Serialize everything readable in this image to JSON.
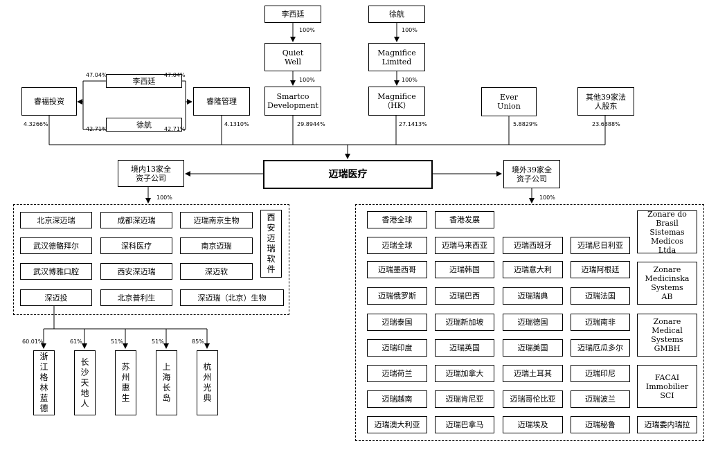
{
  "top_nodes": {
    "li_xiting_top": "李西廷",
    "xu_hang_top": "徐航",
    "quiet_well": "Quiet\nWell",
    "magnifice_limited": "Magnifice\nLimited",
    "smartco": "Smartco\nDevelopment",
    "magnifice_hk": "Magnifice\n（HK）",
    "ever_union": "Ever\nUnion",
    "other_39": "其他39家法\n人股东",
    "ruifu": "睿福投资",
    "ruilong": "睿隆管理",
    "li_xiting_mid": "李西廷",
    "xu_hang_mid": "徐航",
    "mindray": "迈瑞医疗",
    "domestic_group": "境内13家全\n资子公司",
    "overseas_group": "境外39家全\n资子公司"
  },
  "percentages": {
    "li_to_quiet": "100%",
    "xu_to_magnifice": "100%",
    "quiet_to_smartco": "100%",
    "magnifice_to_hk": "100%",
    "li_ruifu": "47.04%",
    "li_ruilong": "47.04%",
    "xu_ruifu": "42.71%",
    "xu_ruilong": "42.71%",
    "ruifu_share": "4.3266%",
    "ruilong_share": "4.1310%",
    "smartco_share": "29.8944%",
    "hk_share": "27.1413%",
    "ever_share": "5.8829%",
    "other_share": "23.6388%",
    "domestic_100": "100%",
    "overseas_100": "100%",
    "zhejiang": "60.01%",
    "changsha": "61%",
    "suzhou": "51%",
    "shanghai": "51%",
    "hangzhou": "85%"
  },
  "domestic_subs": [
    "北京深迈瑞",
    "成都深迈瑞",
    "迈瑞南京生物",
    "武汉德骼拜尔",
    "深科医疗",
    "南京迈瑞",
    "武汉博雅口腔",
    "西安深迈瑞",
    "深迈软",
    "深迈投",
    "北京普利生",
    "深迈瑞（北京）生物"
  ],
  "xian_vertical": "西安迈瑞软件",
  "investees": [
    "浙江格林蓝德",
    "长沙天地人",
    "苏州惠生",
    "上海长岛",
    "杭州光典"
  ],
  "overseas_subs": [
    "香港全球",
    "香港发展",
    "迈瑞全球",
    "迈瑞马来西亚",
    "迈瑞西班牙",
    "迈瑞尼日利亚",
    "迈瑞墨西哥",
    "迈瑞韩国",
    "迈瑞意大利",
    "迈瑞阿根廷",
    "迈瑞俄罗斯",
    "迈瑞巴西",
    "迈瑞瑞典",
    "迈瑞法国",
    "迈瑞泰国",
    "迈瑞新加坡",
    "迈瑞德国",
    "迈瑞南非",
    "迈瑞印度",
    "迈瑞英国",
    "迈瑞美国",
    "迈瑞厄瓜多尔",
    "迈瑞荷兰",
    "迈瑞加拿大",
    "迈瑞土耳其",
    "迈瑞印尼",
    "迈瑞越南",
    "迈瑞肯尼亚",
    "迈瑞哥伦比亚",
    "迈瑞波兰",
    "迈瑞澳大利亚",
    "迈瑞巴拿马",
    "迈瑞埃及",
    "迈瑞秘鲁"
  ],
  "overseas_right": [
    "Zonare do\nBrasil Sistemas\nMedicos\nLtda",
    "Zonare\nMedicinska\nSystems\nAB",
    "Zonare\nMedical\nSystems\nGMBH",
    "FACAI\nImmobilier\nSCI",
    "迈瑞委内瑞拉"
  ]
}
